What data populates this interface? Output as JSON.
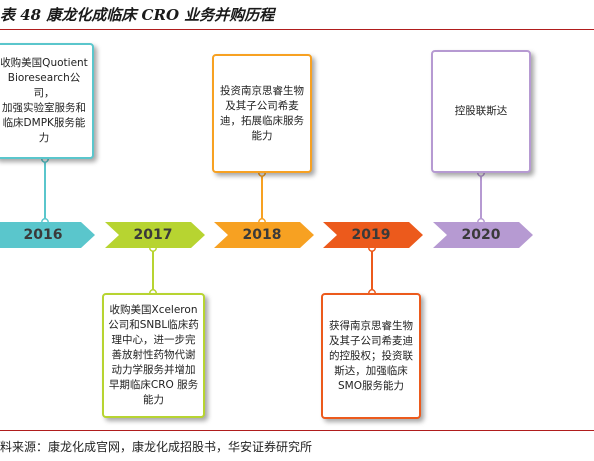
{
  "title": "表 48  康龙化成临床 CRO 业务并购历程",
  "source": "资料来源：康龙化成官网，康龙化成招股书，华安证券研究所",
  "source_visible": "料来源：康龙化成官网，康龙化成招股书，华安证券研究所",
  "timeline": [
    {
      "year": "2016",
      "color": "#5ac6cc"
    },
    {
      "year": "2017",
      "color": "#b7d431"
    },
    {
      "year": "2018",
      "color": "#f7a122"
    },
    {
      "year": "2019",
      "color": "#ec5a1c"
    },
    {
      "year": "2020",
      "color": "#b69ad2"
    }
  ],
  "events": [
    {
      "year": "2016",
      "lines": [
        "收购美国Quotient",
        "Bioresearch公司，",
        "加强实验室服务和",
        "临床DMPK服务能",
        "力"
      ]
    },
    {
      "year": "2017",
      "lines": [
        "收购美国Xceleron",
        "公司和SNBL临床药",
        "理中心，进一步完",
        "善放射性药物代谢",
        "动力学服务并增加",
        "早期临床CRO 服务",
        "能力"
      ]
    },
    {
      "year": "2018",
      "lines": [
        "投资南京思睿生物",
        "及其子公司希麦",
        "迪，拓展临床服务",
        "能力"
      ]
    },
    {
      "year": "2019",
      "lines": [
        "获得南京思睿生物",
        "及其子公司希麦迪",
        "的控股权；投资联",
        "斯达，加强临床",
        "SMO服务能力"
      ]
    },
    {
      "year": "2020",
      "lines": [
        "控股联斯达"
      ]
    }
  ]
}
